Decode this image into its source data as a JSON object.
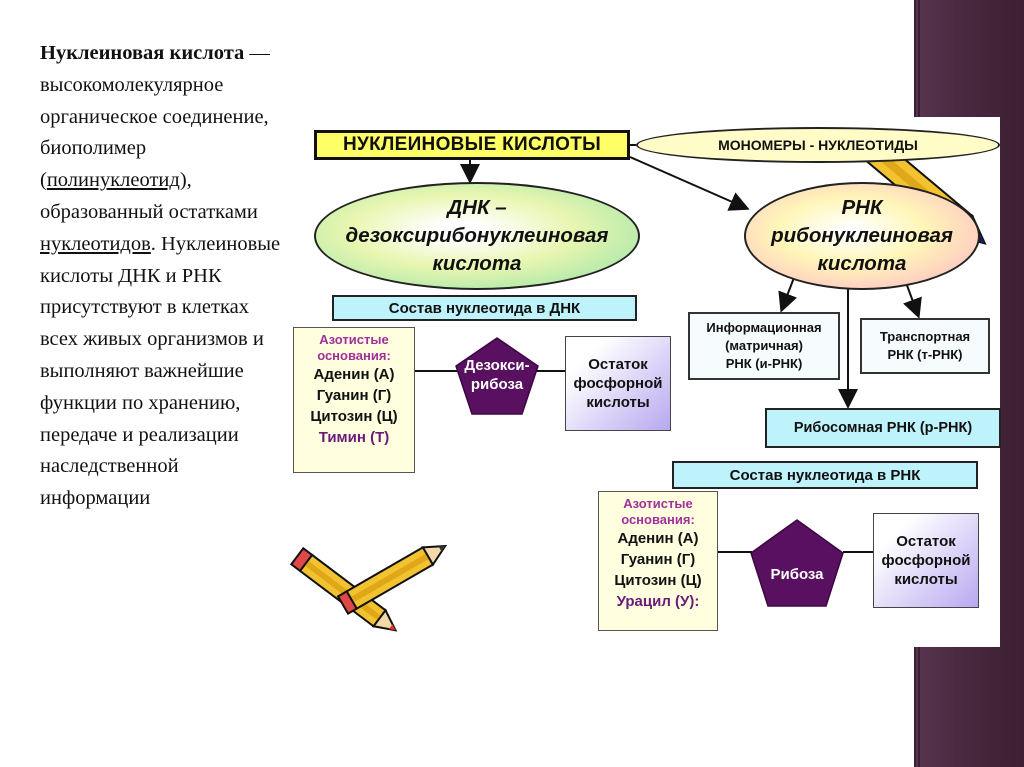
{
  "left_text": {
    "term": "Нуклеиновая кислота",
    "dash": " —",
    "part1": " высокомолекулярное органическое соединение, биополимер (",
    "link1": "полинуклеотид",
    "part2": "), образованный остатками ",
    "link2": "нуклеотидов",
    "part3": ". Нуклеиновые кислоты ДНК и РНК присутствуют в клетках всех живых организмов и выполняют важнейшие функции по хранению, передаче и реализации наследственной информации"
  },
  "diagram": {
    "title": "НУКЛЕИНОВЫЕ КИСЛОТЫ",
    "monomers": "МОНОМЕРЫ - НУКЛЕОТИДЫ",
    "dna": {
      "line1": "ДНК –",
      "line2": "дезоксирибонуклеиновая",
      "line3": "кислота"
    },
    "rna": {
      "line1": "РНК",
      "line2": "рибонуклеиновая",
      "line3": "кислота"
    },
    "dna_composition_title": "Состав нуклеотида в ДНК",
    "rna_composition_title": "Состав нуклеотида в РНК",
    "irna": {
      "line1": "Информационная",
      "line2": "(матричная)",
      "line3": "РНК (и-РНК)"
    },
    "trna": {
      "line1": "Транспортная",
      "line2": "РНК (т-РНК)"
    },
    "rrna": "Рибосомная РНК (р-РНК)",
    "dna_bases": {
      "head1": "Азотистые",
      "head2": "основания:",
      "items": [
        "Аденин (А)",
        "Гуанин (Г)",
        "Цитозин (Ц)",
        "Тимин (Т)"
      ]
    },
    "rna_bases": {
      "head1": "Азотистые",
      "head2": "основания:",
      "items": [
        "Аденин (А)",
        "Гуанин (Г)",
        "Цитозин (Ц)",
        "Урацил (У):"
      ]
    },
    "deoxyribose": {
      "line1": "Дезокси-",
      "line2": "рибоза"
    },
    "ribose": "Рибоза",
    "phosphate_dna": {
      "line1": "Остаток",
      "line2": "фосфорной",
      "line3": "кислоты"
    },
    "phosphate_rna": {
      "line1": "Остаток",
      "line2": "фосфорной",
      "line3": "кислоты"
    }
  },
  "colors": {
    "slide_band": "#4a2a40",
    "title_fill": "#ffff66",
    "composition_fill": "#bff3fb",
    "pentagon_fill": "#5a1060",
    "base_head": "#a0309a"
  }
}
